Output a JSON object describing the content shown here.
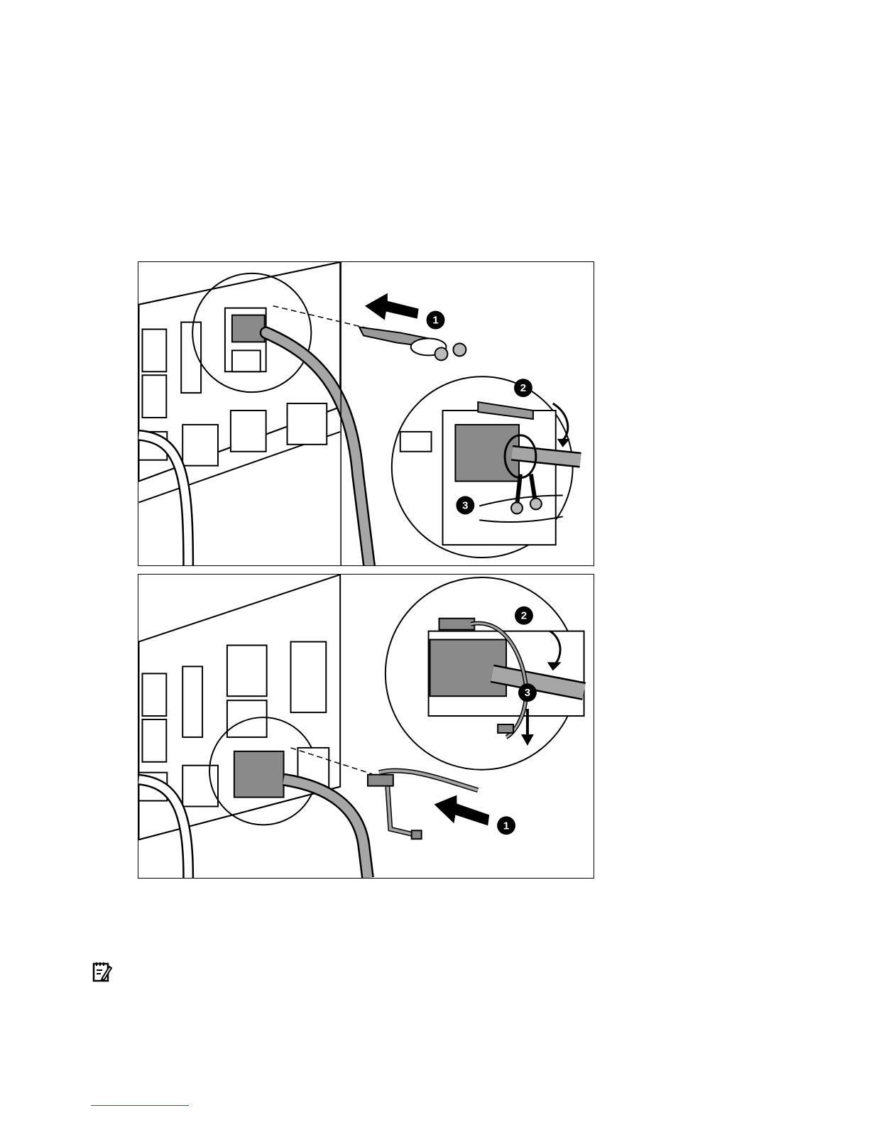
{
  "figure": {
    "top_panel": {
      "callouts": [
        {
          "label": "1"
        },
        {
          "label": "2"
        },
        {
          "label": "3"
        }
      ]
    },
    "bottom_panel": {
      "callouts": [
        {
          "label": "1"
        },
        {
          "label": "2"
        },
        {
          "label": "3"
        }
      ]
    }
  },
  "icons": {
    "note": "note-pencil-icon"
  },
  "colors": {
    "line": "#000000",
    "cord": "#a6a6a6",
    "plug": "#808080",
    "callout": "#000000",
    "link": "#2a4bd7"
  }
}
